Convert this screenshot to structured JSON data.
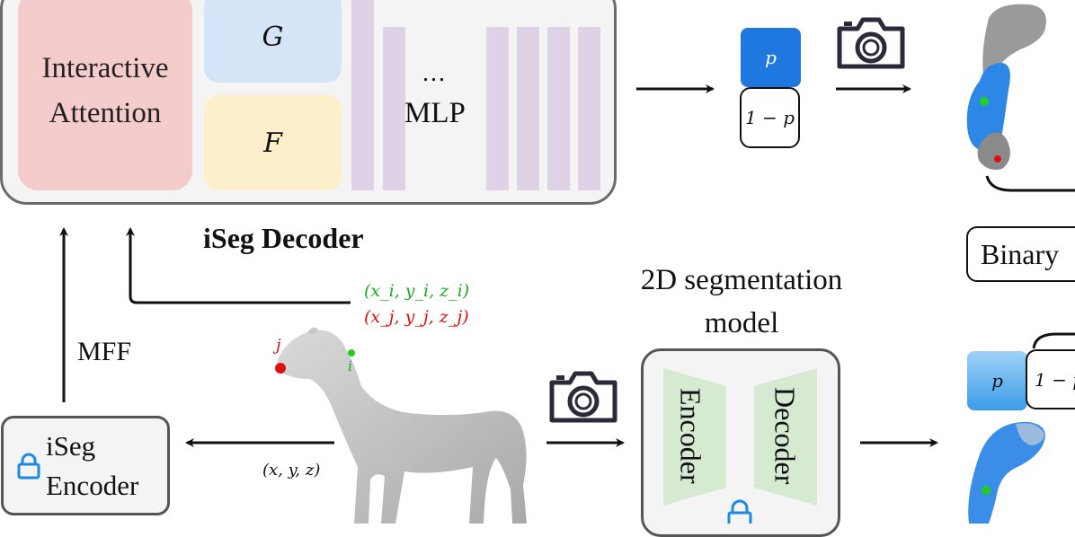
{
  "decoder": {
    "attention_label": "Interactive Attention",
    "g_label": "G",
    "f_label": "F",
    "dots_label": "...",
    "mlp_label": "MLP",
    "title": "iSeg Decoder"
  },
  "encoder": {
    "label": "iSeg Encoder"
  },
  "mff_label": "MFF",
  "points": {
    "positive_label": "(x_i, y_i, z_i)",
    "negative_label": "(x_j, y_j, z_j)",
    "point_i": "i",
    "point_j": "j",
    "vertex_label": "(x, y, z)"
  },
  "segmentation_model": {
    "title": "2D segmentation model",
    "encoder_label": "Encoder",
    "decoder_label": "Decoder"
  },
  "outputs": {
    "p_label": "p",
    "one_minus_p_label": "1 − p",
    "binary_label": "Binary"
  },
  "colors": {
    "attention_fill": "#f5cccc",
    "g_fill": "#d6e4f7",
    "f_fill": "#fcefc9",
    "mlp_bar": "#e0d2e6",
    "p_fill": "#1f78e0",
    "lock_color": "#1e88e5",
    "positive_point": "#22aa22",
    "negative_point": "#dd1111"
  }
}
